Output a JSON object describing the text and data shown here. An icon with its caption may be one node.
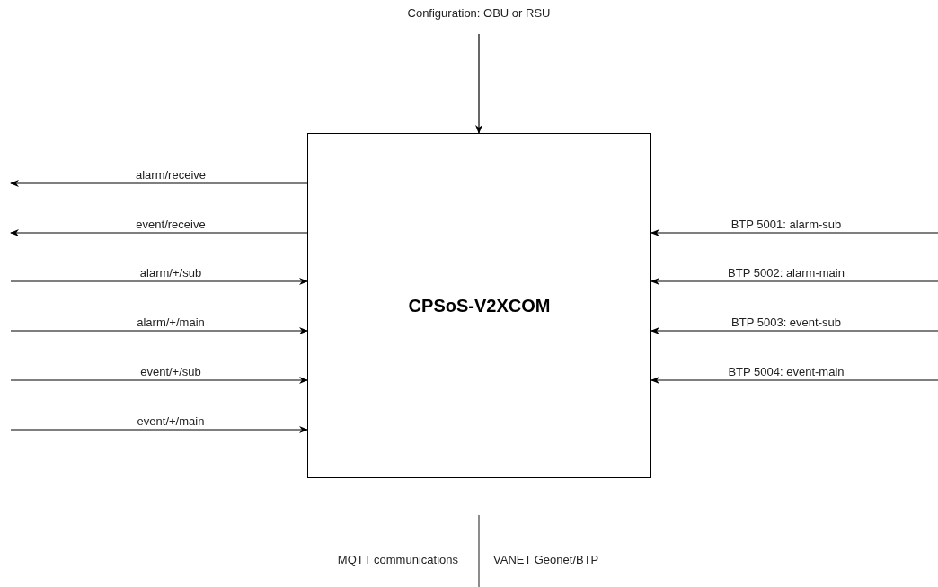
{
  "diagram": {
    "nodes": [
      {
        "text": [
          "Configuration: OBU or RSU"
        ]
      },
      {
        "text": [
          "CPSoS-V2XCOM"
        ]
      }
    ],
    "edges": [
      {
        "from": 0,
        "to": 1,
        "arrow": "to"
      },
      {
        "from": 1,
        "to": null,
        "arrow": "to",
        "label": "alarm/receive"
      },
      {
        "from": 1,
        "to": null,
        "arrow": "to",
        "label": "event/receive"
      },
      {
        "from": null,
        "to": 1,
        "arrow": "to",
        "label": "alarm/+/sub"
      },
      {
        "from": null,
        "to": 1,
        "arrow": "to",
        "label": "alarm/+/main"
      },
      {
        "from": null,
        "to": 1,
        "arrow": "to",
        "label": "event/+/sub"
      },
      {
        "from": null,
        "to": 1,
        "arrow": "to",
        "label": "event/+/main"
      },
      {
        "from": null,
        "to": 1,
        "arrow": "to",
        "label": "BTP 5001: alarm-sub"
      },
      {
        "from": null,
        "to": 1,
        "arrow": "to",
        "label": "BTP 5002: alarm-main"
      },
      {
        "from": null,
        "to": 1,
        "arrow": "to",
        "label": "BTP 5003: event-sub"
      },
      {
        "from": null,
        "to": 1,
        "arrow": "to",
        "label": "BTP 5004: event-main"
      }
    ],
    "labels": [
      "MQTT communications",
      "VANET Geonet/BTP"
    ]
  }
}
